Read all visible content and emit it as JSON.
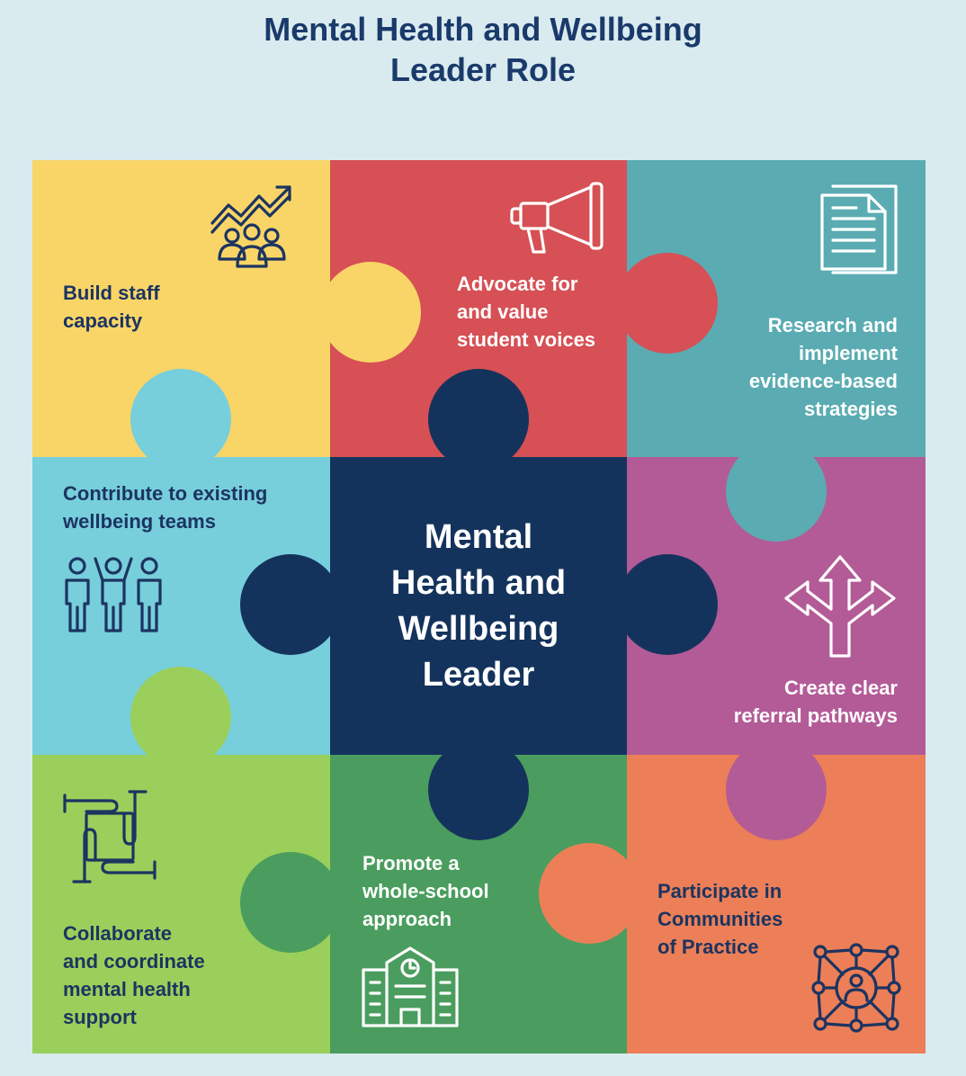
{
  "title": {
    "line1": "Mental Health and Wellbeing",
    "line2": "Leader Role"
  },
  "colors": {
    "background": "#d9ebef",
    "yellow": "#f9d567",
    "red": "#d65055",
    "teal": "#5aacb2",
    "lightblue": "#77cfdb",
    "navy": "#14335c",
    "purple": "#b35b97",
    "lightgreen": "#9bcf5b",
    "green": "#4a9d5e",
    "orange": "#ec7f57"
  },
  "center": {
    "lines": [
      "Mental",
      "Health and",
      "Wellbeing",
      "Leader"
    ]
  },
  "pieces": {
    "build_staff": {
      "lines": [
        "Build staff",
        "capacity"
      ],
      "icon": "growth-team-icon"
    },
    "advocate": {
      "lines": [
        "Advocate for",
        "and value",
        "student voices"
      ],
      "icon": "megaphone-icon"
    },
    "research": {
      "lines": [
        "Research and",
        "implement",
        "evidence-based",
        "strategies"
      ],
      "icon": "document-icon"
    },
    "contribute": {
      "lines": [
        "Contribute to existing",
        "wellbeing teams"
      ],
      "icon": "team-people-icon"
    },
    "referral": {
      "lines": [
        "Create clear",
        "referral pathways"
      ],
      "icon": "direction-arrows-icon"
    },
    "collaborate": {
      "lines": [
        "Collaborate",
        "and coordinate",
        "mental health",
        "support"
      ],
      "icon": "joined-hands-icon"
    },
    "promote": {
      "lines": [
        "Promote a",
        "whole-school",
        "approach"
      ],
      "icon": "school-building-icon"
    },
    "participate": {
      "lines": [
        "Participate in",
        "Communities",
        "of Practice"
      ],
      "icon": "network-icon"
    }
  }
}
